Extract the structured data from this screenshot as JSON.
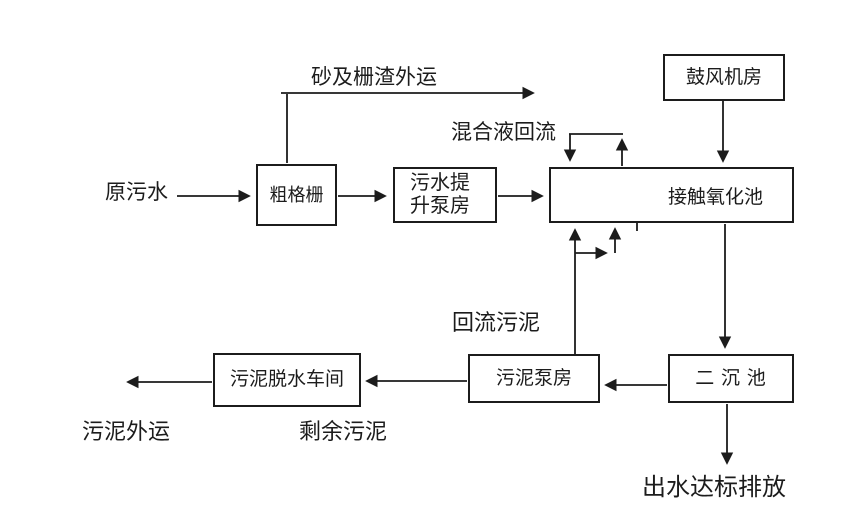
{
  "canvas": {
    "background_color": "#ffffff",
    "line_color": "#1c1c1c"
  },
  "nodes": [
    {
      "id": "coarse-screen",
      "label": "粗格栅"
    },
    {
      "id": "sewage-lift-pump-house",
      "label": "污水提\n升泵房"
    },
    {
      "id": "blower-room",
      "label": "鼓风机房"
    },
    {
      "id": "contact-oxidation-tank",
      "label": "接触氧化池"
    },
    {
      "id": "secondary-clarifier",
      "label": "二 沉 池"
    },
    {
      "id": "sludge-pump-house",
      "label": "污泥泵房"
    },
    {
      "id": "sludge-dewatering-shop",
      "label": "污泥脱水车间"
    }
  ],
  "labels": [
    {
      "id": "raw-sewage",
      "text": "原污水"
    },
    {
      "id": "grit-screenings-haul",
      "text": "砂及栅渣外运"
    },
    {
      "id": "mixed-liquor-return",
      "text": "混合液回流"
    },
    {
      "id": "return-sludge",
      "text": "回流污泥"
    },
    {
      "id": "sludge-haul-away",
      "text": "污泥外运"
    },
    {
      "id": "excess-sludge",
      "text": "剩余污泥"
    },
    {
      "id": "effluent-discharge",
      "text": "出水达标排放"
    }
  ]
}
